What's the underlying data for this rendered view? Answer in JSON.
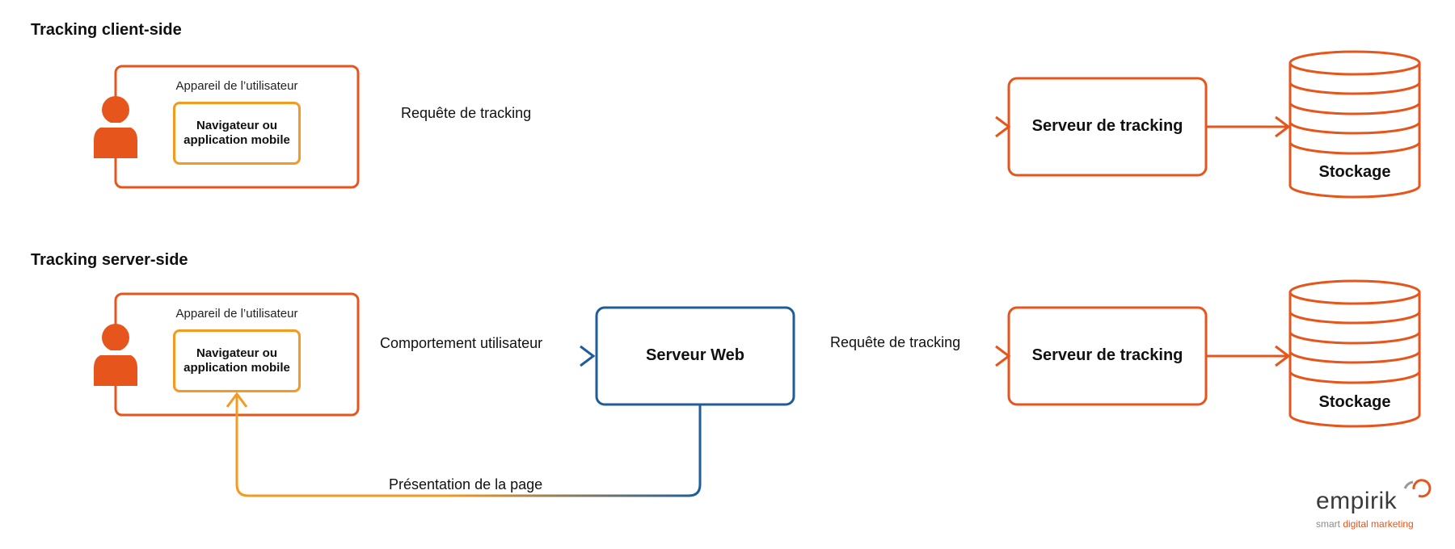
{
  "sections": {
    "client": {
      "title": "Tracking client-side",
      "device_label": "Appareil de l’utilisateur",
      "navigator_label": "Navigateur ou\napplication mobile",
      "arrow_label": "Requête de tracking",
      "tracking_server_label": "Serveur de tracking",
      "storage_label": "Stockage"
    },
    "server": {
      "title": "Tracking server-side",
      "device_label": "Appareil de l’utilisateur",
      "navigator_label": "Navigateur ou\napplication mobile",
      "behavior_arrow_label": "Comportement utilisateur",
      "web_server_label": "Serveur Web",
      "tracking_arrow_label": "Requête de tracking",
      "tracking_server_label": "Serveur de tracking",
      "storage_label": "Stockage",
      "return_arrow_label": "Présentation de la page"
    }
  },
  "logo": {
    "word": "empirik",
    "tagline_prefix": "smart ",
    "tagline_accent": "digital marketing"
  },
  "colors": {
    "orange": "#e6561c",
    "amber": "#f39a22",
    "blue": "#1f5d99",
    "text": "#111111"
  },
  "icons": {
    "user": "user-icon",
    "storage": "database-icon",
    "logo": "empirik-logo-icon"
  }
}
